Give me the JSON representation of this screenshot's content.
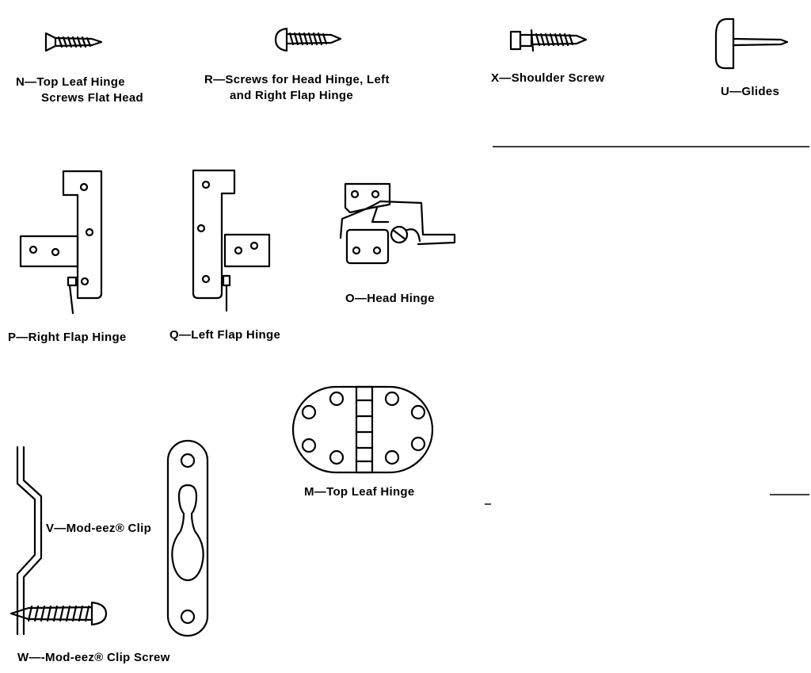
{
  "parts": {
    "N": {
      "line1": "N—Top Leaf Hinge",
      "line2": "Screws Flat Head"
    },
    "R": {
      "line1": "R—Screws for Head Hinge, Left",
      "line2": "and Right Flap Hinge"
    },
    "X": {
      "line1": "X—Shoulder Screw"
    },
    "U": {
      "line1": "U—Glides"
    },
    "P": {
      "line1": "P—Right Flap Hinge"
    },
    "Q": {
      "line1": "Q—Left Flap Hinge"
    },
    "O": {
      "line1": "O—Head Hinge"
    },
    "M": {
      "line1": "M—Top Leaf Hinge"
    },
    "V": {
      "line1": "V—Mod-eez® Clip"
    },
    "W": {
      "line1": "W—-Mod-eez® Clip Screw"
    }
  }
}
